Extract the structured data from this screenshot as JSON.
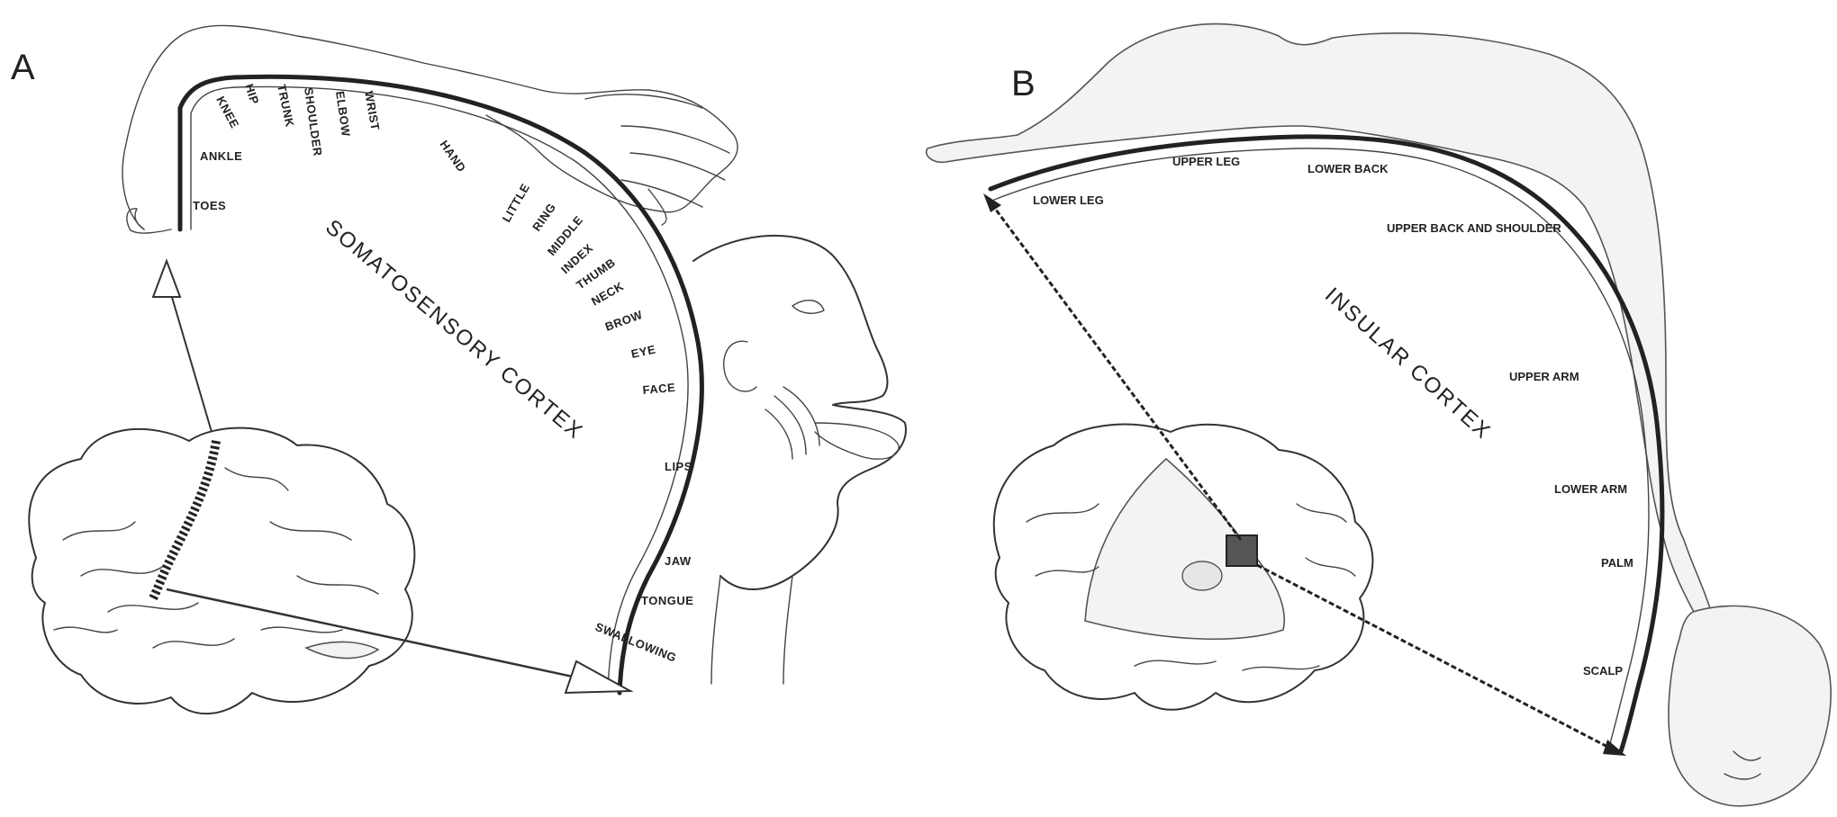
{
  "panelA": {
    "letter": "A",
    "title": "SOMATOSENSORY CORTEX",
    "segments": [
      "TOES",
      "ANKLE",
      "KNEE",
      "HIP",
      "TRUNK",
      "SHOULDER",
      "ELBOW",
      "WRIST",
      "HAND",
      "LITTLE",
      "RING",
      "MIDDLE",
      "INDEX",
      "THUMB",
      "NECK",
      "BROW",
      "EYE",
      "FACE",
      "LIPS",
      "JAW",
      "TONGUE",
      "SWALLOWING"
    ]
  },
  "panelB": {
    "letter": "B",
    "title": "INSULAR CORTEX",
    "segments": [
      "LOWER LEG",
      "UPPER LEG",
      "LOWER BACK",
      "UPPER BACK AND SHOULDER",
      "UPPER ARM",
      "LOWER ARM",
      "PALM",
      "SCALP"
    ]
  }
}
